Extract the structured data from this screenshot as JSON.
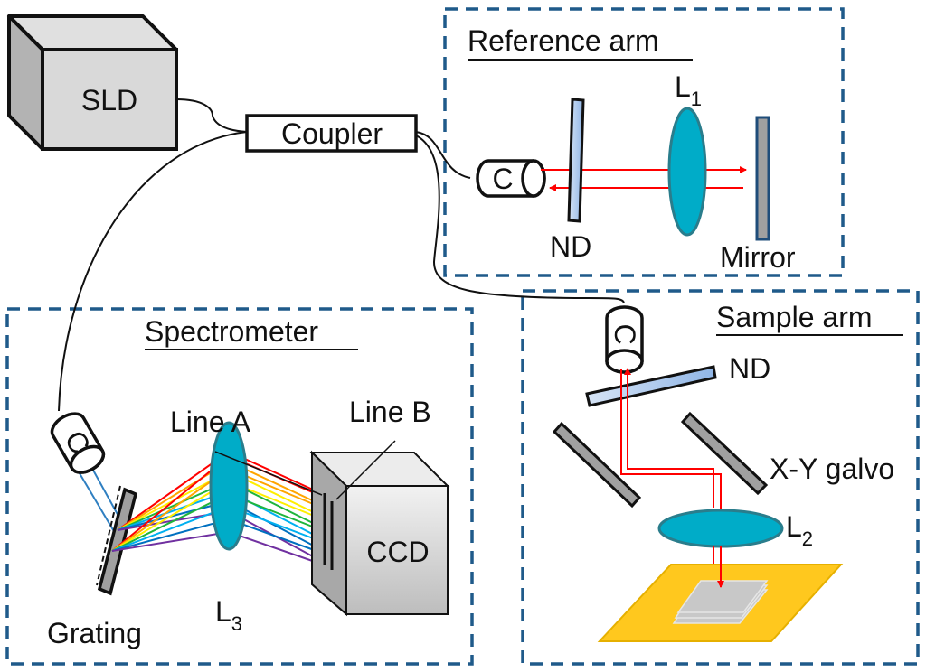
{
  "colors": {
    "box_border": "#1f5a8a",
    "lens": "#00acc8",
    "lens_edge": "#2a7d8c",
    "beam": "#ff0000",
    "nd_filter": "#a9c8ee",
    "mirror": "#a0a0a0",
    "stage": "#ffc81e",
    "sample": "#c8c8c8",
    "fiber_blue": "#2f7fc1",
    "spectrum": [
      "#ff0000",
      "#ffa500",
      "#ffee00",
      "#1fb53c",
      "#00b0f0",
      "#0070c0",
      "#7030a0"
    ]
  },
  "components": {
    "sld": "SLD",
    "coupler": "Coupler",
    "ccd": "CCD",
    "collimator": "C"
  },
  "reference_arm": {
    "title": "Reference arm",
    "lens_label": "L",
    "lens_sub": "1",
    "nd_label": "ND",
    "mirror_label": "Mirror"
  },
  "sample_arm": {
    "title": "Sample arm",
    "nd_label": "ND",
    "galvo_label": "X-Y galvo",
    "lens_label": "L",
    "lens_sub": "2"
  },
  "spectrometer": {
    "title": "Spectrometer",
    "line_a": "Line A",
    "line_b": "Line B",
    "grating_label": "Grating",
    "lens_label": "L",
    "lens_sub": "3"
  }
}
